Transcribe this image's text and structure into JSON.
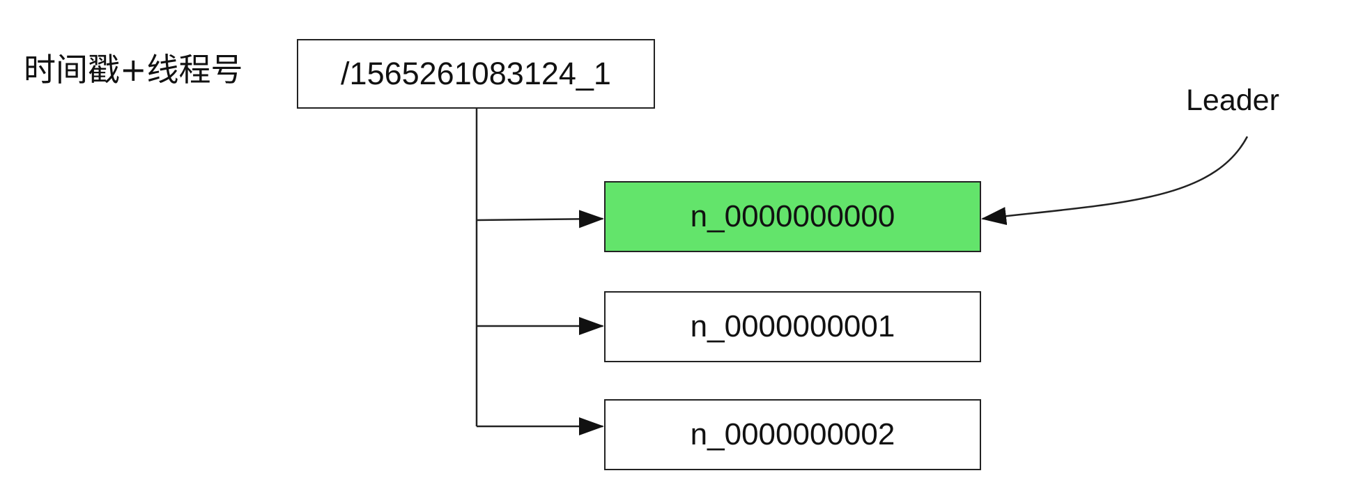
{
  "side_label": "时间戳+线程号",
  "root": {
    "label": "/1565261083124_1"
  },
  "children": [
    {
      "label": "n_0000000000",
      "fill": "#63e46b",
      "is_leader": true
    },
    {
      "label": "n_0000000001",
      "fill": "#ffffff",
      "is_leader": false
    },
    {
      "label": "n_0000000002",
      "fill": "#ffffff",
      "is_leader": false
    }
  ],
  "leader_label": "Leader",
  "colors": {
    "leader_fill": "#63e46b",
    "stroke": "#222222",
    "background": "#ffffff"
  }
}
